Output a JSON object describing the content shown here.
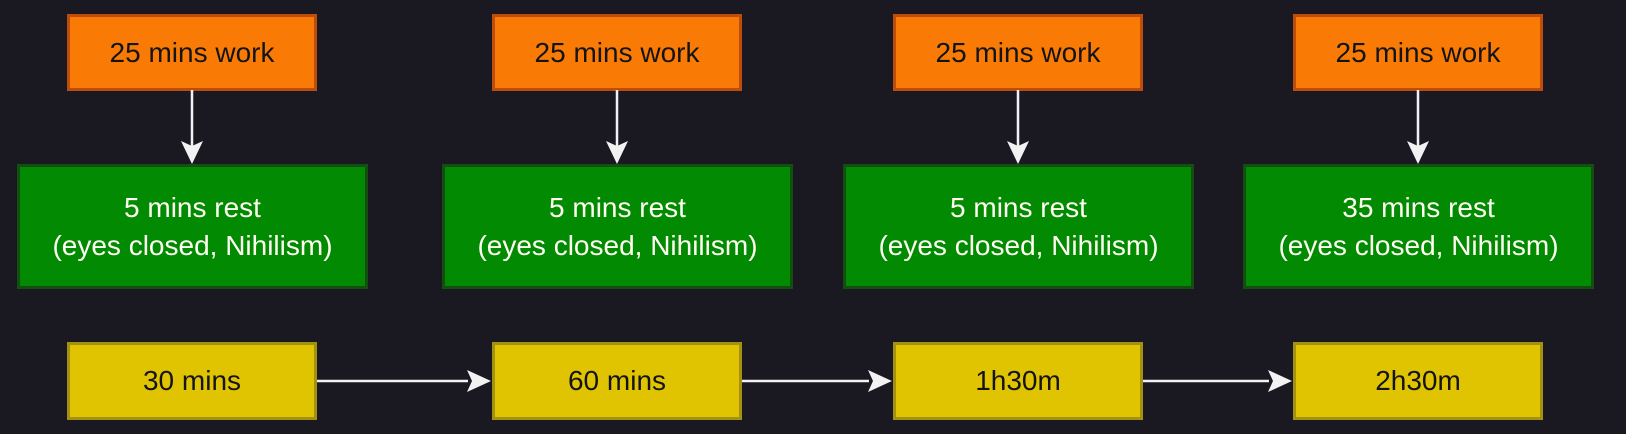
{
  "diagram": {
    "background_color": "#1a1922",
    "arrow_color": "#f2f2f2",
    "node_colors": {
      "work_fill": "#f97b06",
      "work_border": "#bd4d0d",
      "work_text": "#141414",
      "rest_fill": "#028a02",
      "rest_border": "#124f10",
      "rest_text": "#fffff2",
      "total_fill": "#e0c402",
      "total_border": "#a39212",
      "total_text": "#141414"
    },
    "columns": [
      {
        "work_label": "25 mins work",
        "rest_line1": "5 mins rest",
        "rest_line2": "(eyes closed, Nihilism)",
        "total_label": "30 mins"
      },
      {
        "work_label": "25 mins work",
        "rest_line1": "5 mins rest",
        "rest_line2": "(eyes closed, Nihilism)",
        "total_label": "60 mins"
      },
      {
        "work_label": "25 mins work",
        "rest_line1": "5 mins rest",
        "rest_line2": "(eyes closed, Nihilism)",
        "total_label": "1h30m"
      },
      {
        "work_label": "25 mins work",
        "rest_line1": "35 mins rest",
        "rest_line2": "(eyes closed, Nihilism)",
        "total_label": "2h30m"
      }
    ]
  }
}
